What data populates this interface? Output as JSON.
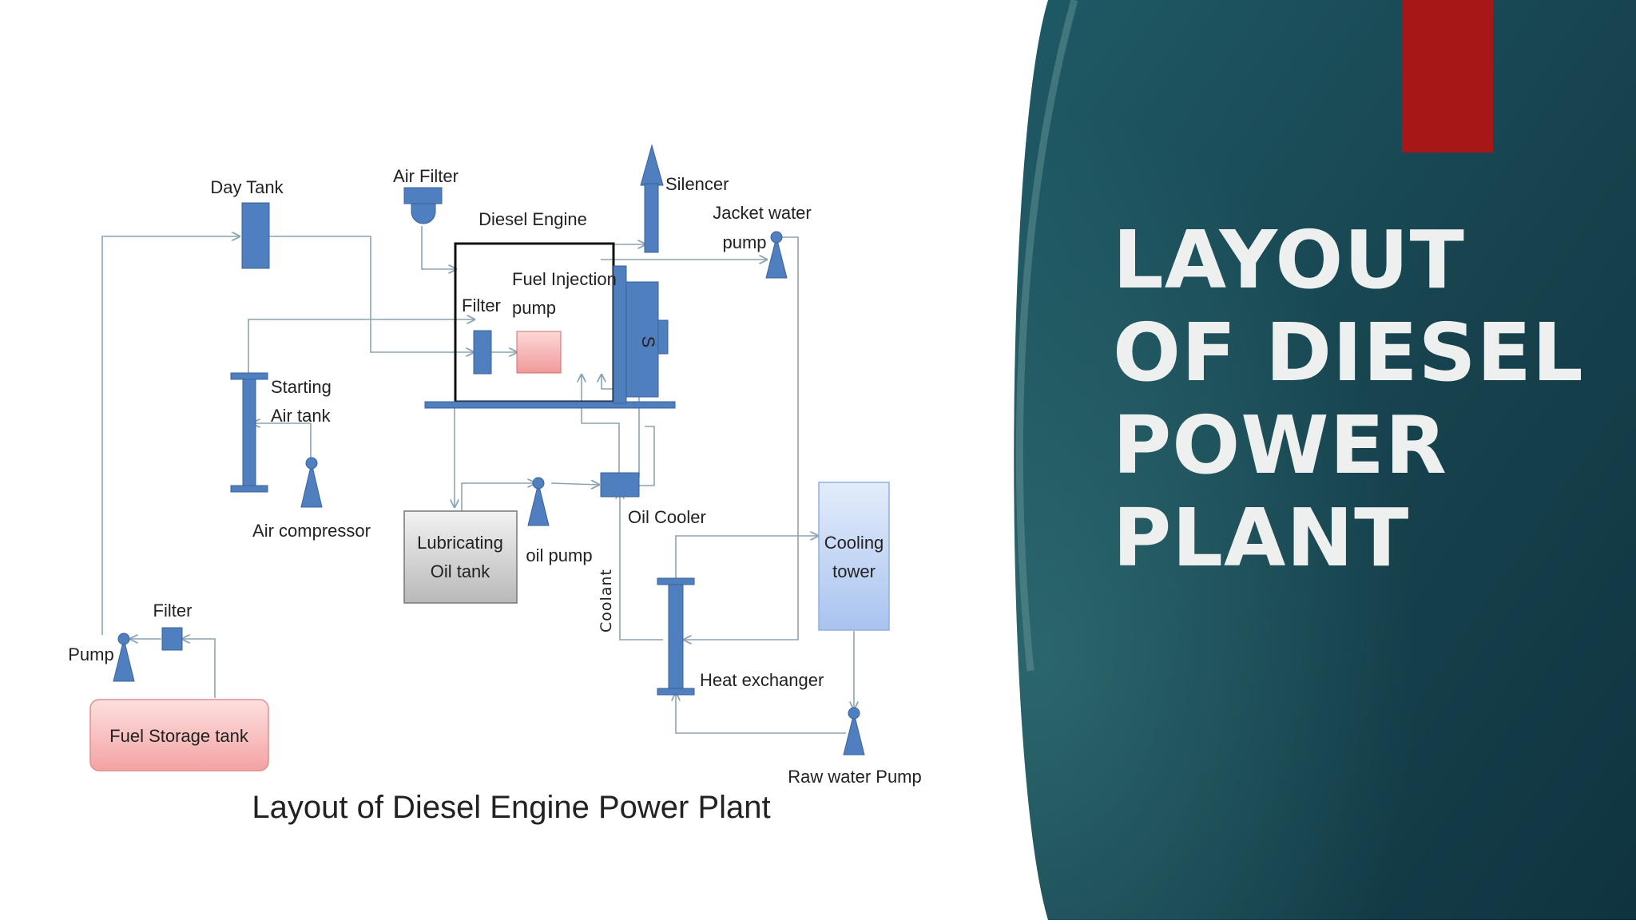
{
  "slide": {
    "title_lines": [
      "LAYOUT",
      "OF DIESEL",
      "POWER",
      "PLANT"
    ],
    "colors": {
      "panel": "#1a4b57",
      "panel_dark": "#103742",
      "accent_tab": "#a81717",
      "title_text": "#eef0f0",
      "component_blue": "#4f7fbe"
    }
  },
  "diagram": {
    "caption": "Layout of Diesel Engine Power Plant",
    "labels": {
      "day_tank": "Day Tank",
      "air_filter": "Air Filter",
      "silencer": "Silencer",
      "diesel_engine": "Diesel Engine",
      "jacket_water_pump_l1": "Jacket water",
      "jacket_water_pump_l2": "pump",
      "fuel_injection_l1": "Fuel Injection",
      "fuel_injection_l2": "pump",
      "filter_engine": "Filter",
      "generator_mark": "S",
      "starting_air_l1": "Starting",
      "starting_air_l2": "Air tank",
      "air_compressor": "Air compressor",
      "lube_oil_l1": "Lubricating",
      "lube_oil_l2": "Oil tank",
      "oil_pump": "oil pump",
      "oil_cooler": "Oil Cooler",
      "cooling_tower_l1": "Cooling",
      "cooling_tower_l2": "tower",
      "coolant": "Coolant",
      "filter_fuel": "Filter",
      "pump": "Pump",
      "heat_exchanger": "Heat exchanger",
      "fuel_storage": "Fuel Storage tank",
      "raw_water_pump": "Raw water Pump"
    }
  }
}
